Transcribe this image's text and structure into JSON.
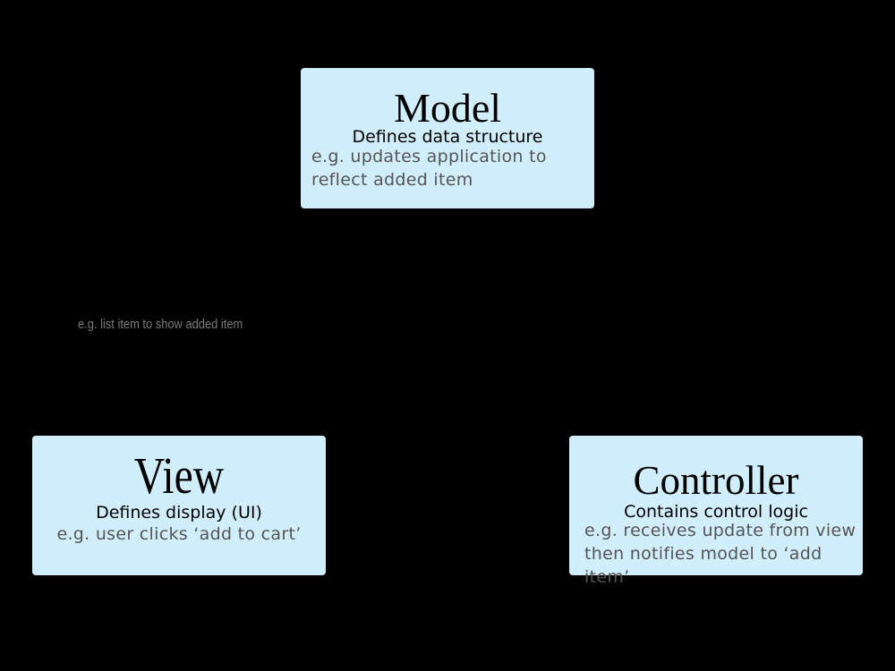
{
  "model": {
    "title": "Model",
    "subtitle": "Defines data structure",
    "example": "e.g. updates application to reflect added item"
  },
  "view": {
    "title": "View",
    "subtitle": "Defines display (UI)",
    "example": "e.g. user clicks ‘add to cart’"
  },
  "controller": {
    "title": "Controller",
    "subtitle": "Contains control logic",
    "example": "e.g. receives update from view then notifies model to ‘add item’"
  },
  "note": "e.g. list item to show added item",
  "colors": {
    "background": "#000000",
    "box_fill": "#d1eefc",
    "example_text": "#555555",
    "note_text": "#7a7a7a"
  }
}
